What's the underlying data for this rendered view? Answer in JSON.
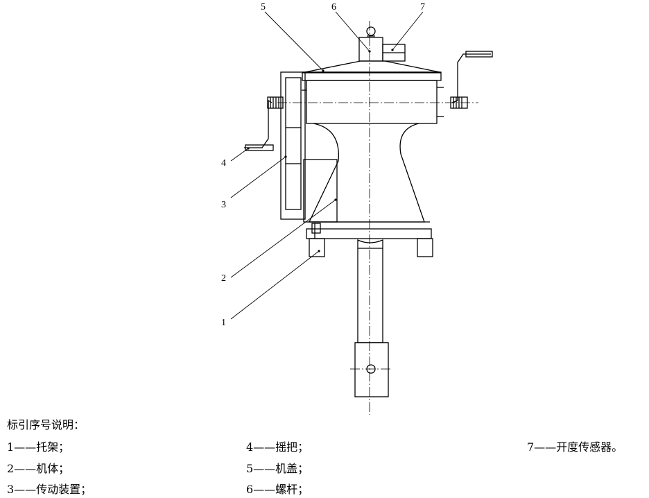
{
  "callouts": {
    "n1": "1",
    "n2": "2",
    "n3": "3",
    "n4": "4",
    "n5": "5",
    "n6": "6",
    "n7": "7"
  },
  "legend": {
    "title": "标引序号说明：",
    "items": [
      {
        "text": "1——托架；"
      },
      {
        "text": "2——机体；"
      },
      {
        "text": "3——传动装置；"
      },
      {
        "text": "4——摇把；"
      },
      {
        "text": "5——机盖；"
      },
      {
        "text": "6——螺杆；"
      },
      {
        "text": "7——开度传感器。"
      }
    ]
  }
}
